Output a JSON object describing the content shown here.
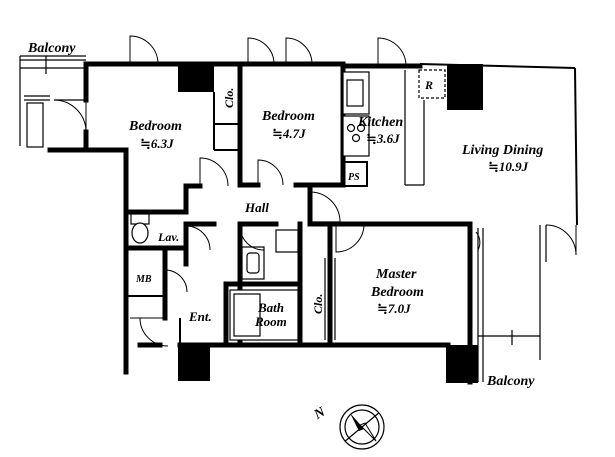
{
  "title": "",
  "rooms": {
    "balcony_top": {
      "name": "Balcony"
    },
    "bedroom1": {
      "name": "Bedroom",
      "area": "≒6.3J"
    },
    "bedroom2": {
      "name": "Bedroom",
      "area": "≒4.7J"
    },
    "kitchen": {
      "name": "Kitchen",
      "area": "≒3.6J"
    },
    "living": {
      "name": "Living Dining",
      "area": "≒10.9J"
    },
    "master": {
      "name_line1": "Master",
      "name_line2": "Bedroom",
      "area": "≒7.0J"
    },
    "bath": {
      "name_line1": "Bath",
      "name_line2": "Room"
    },
    "balcony_bottom": {
      "name": "Balcony"
    }
  },
  "labels": {
    "hall": "Hall",
    "lav": "Lav.",
    "mb": "MB",
    "ent": "Ent.",
    "clo_top": "Clo.",
    "clo_master": "Clo.",
    "ps": "PS",
    "r": "R"
  },
  "compass": {
    "letter": "N"
  }
}
